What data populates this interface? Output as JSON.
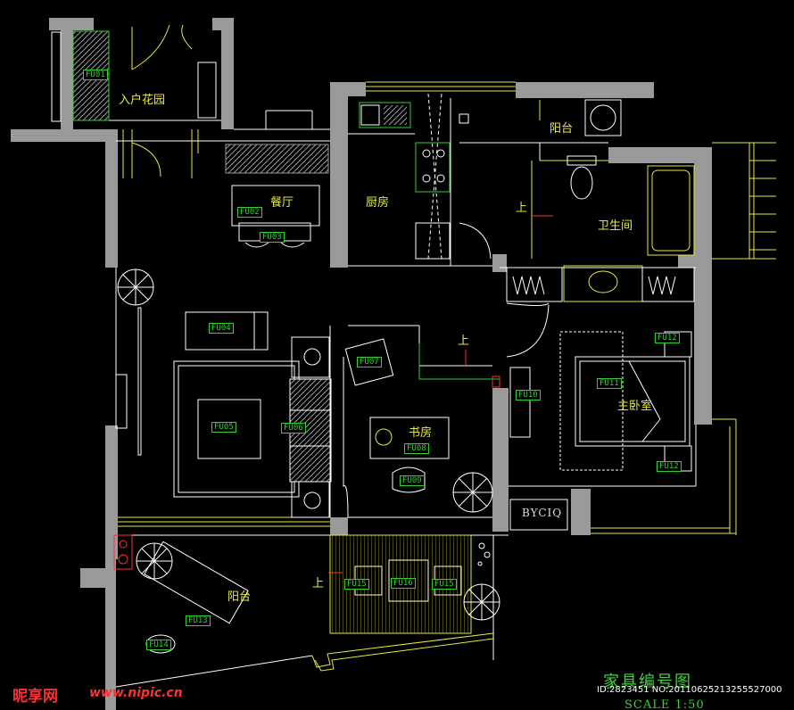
{
  "rooms": {
    "entry_garden": "入户花园",
    "dining": "餐厅",
    "kitchen": "厨房",
    "balcony_top": "阳台",
    "bathroom": "卫生间",
    "study": "书房",
    "master_bedroom": "主卧室",
    "balcony_bottom": "阳台"
  },
  "furniture_tags": {
    "fu01": "FU01",
    "fu02": "FU02",
    "fu03": "FU03",
    "fu04": "FU04",
    "fu05": "FU05",
    "fu06": "FU06",
    "fu07": "FU07",
    "fu08": "FU08",
    "fu09": "FU09",
    "fu10": "FU10",
    "fu11": "FU11",
    "fu12a": "FU12",
    "fu12b": "FU12",
    "fu13": "FU13",
    "fu14": "FU14",
    "fu15a": "FU15",
    "fu16": "FU16",
    "fu15b": "FU15"
  },
  "up_markers": {
    "bath": "上",
    "living": "上",
    "balcony": "上"
  },
  "logo_text": "BYCIQ",
  "title": "家具编号图",
  "scale": "SCALE 1:50",
  "watermark": {
    "brand": "昵享网",
    "url": "www.nipic.cn",
    "image_id": "ID:2823451 NO:20110625213255527000"
  },
  "colors": {
    "wall": "#9a9a9a",
    "yellow_line": "#e8e840",
    "green_line": "#2fd02f",
    "white_line": "#ffffff",
    "red": "#ff3030"
  }
}
